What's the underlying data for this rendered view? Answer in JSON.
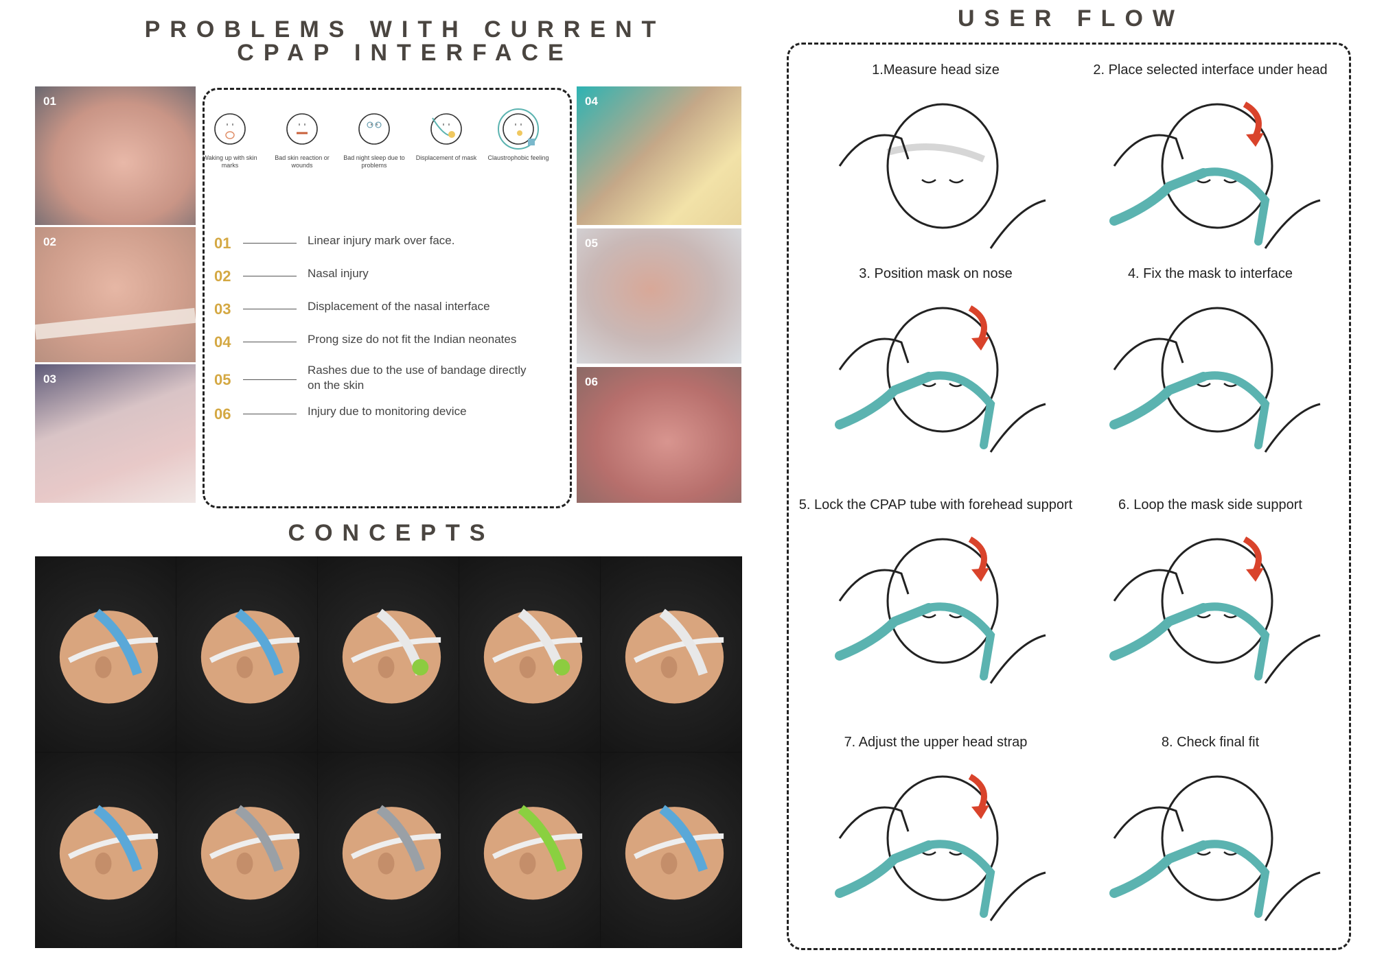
{
  "problems": {
    "title_line1": "PROBLEMS WITH CURRENT",
    "title_line2": "CPAP INTERFACE",
    "photos_left": [
      "01",
      "02",
      "03"
    ],
    "photos_right": [
      "04",
      "05",
      "06"
    ],
    "icons": [
      {
        "name": "skin-marks",
        "label": "Waking up with skin marks"
      },
      {
        "name": "skin-reaction",
        "label": "Bad skin reaction or wounds"
      },
      {
        "name": "bad-sleep",
        "label": "Bad night sleep due to problems"
      },
      {
        "name": "displacement",
        "label": "Displacement of mask"
      },
      {
        "name": "claustrophobic",
        "label": "Claustrophobic feeling"
      }
    ],
    "items": [
      {
        "num": "01",
        "text": "Linear injury mark over face."
      },
      {
        "num": "02",
        "text": "Nasal injury"
      },
      {
        "num": "03",
        "text": "Displacement of the nasal interface"
      },
      {
        "num": "04",
        "text": "Prong size do not fit the Indian neonates"
      },
      {
        "num": "05",
        "text": "Rashes due to the use of bandage directly on the skin"
      },
      {
        "num": "06",
        "text": "Injury due to monitoring device"
      }
    ]
  },
  "concepts": {
    "title": "CONCEPTS"
  },
  "user_flow": {
    "title": "USER FLOW",
    "steps": [
      {
        "label": "1.Measure head size"
      },
      {
        "label": "2. Place selected interface under head"
      },
      {
        "label": "3. Position mask on nose"
      },
      {
        "label": "4. Fix the mask to interface"
      },
      {
        "label": "5. Lock the CPAP tube with forehead support"
      },
      {
        "label": "6. Loop the mask side support"
      },
      {
        "label": "7. Adjust the upper head strap"
      },
      {
        "label": "8. Check final fit"
      }
    ]
  },
  "colors": {
    "accent_teal": "#5bb3b0",
    "arrow_red": "#d9432b",
    "number_gold": "#d4a843",
    "title": "#4a4540"
  }
}
